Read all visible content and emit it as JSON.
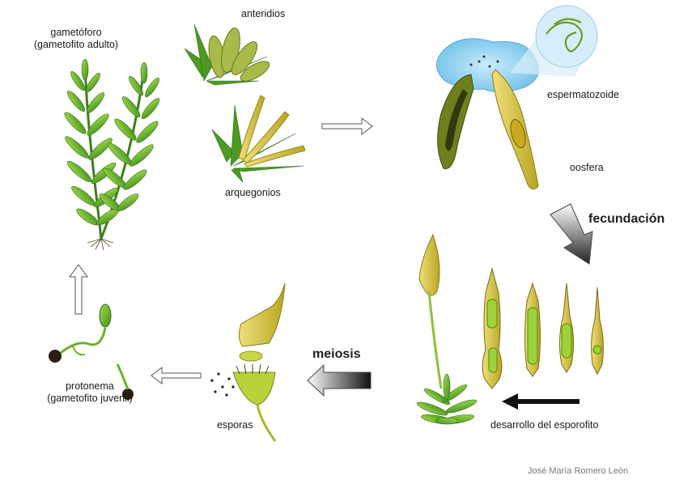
{
  "labels": {
    "gametoforo_1": "gametóforo",
    "gametoforo_2": "(gametofito adulto)",
    "anteridios": "anteridios",
    "arquegonios": "arquegonios",
    "espermatozoide": "espermatozoide",
    "oosfera": "oosfera",
    "fecundacion": "fecundación",
    "desarrollo": "desarrollo del esporofito",
    "meiosis": "meiosis",
    "esporas": "esporas",
    "protonema_1": "protonema",
    "protonema_2": "(gametofito juvenil)",
    "credit": "José María Romero León"
  },
  "colors": {
    "leaf_light": "#8fcf3a",
    "leaf_dark": "#3f8f1e",
    "antheridium": "#a9b94a",
    "archegonium_yellow": "#d8c43a",
    "water_blue": "#8fd0f2",
    "capsule_green": "#9dd23a"
  }
}
